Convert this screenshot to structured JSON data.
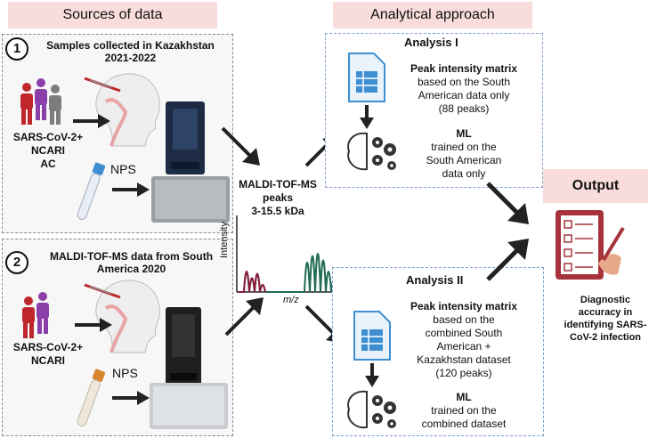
{
  "headers": {
    "sources": "Sources of data",
    "analytical": "Analytical approach",
    "output": "Output"
  },
  "source1": {
    "number": "1",
    "title_line1": "Samples collected in Kazakhstan",
    "title_line2": "2021-2022",
    "groups": [
      "SARS-CoV-2+",
      "NCARI",
      "AC"
    ],
    "sample_label": "NPS"
  },
  "source2": {
    "number": "2",
    "title_line1": "MALDI-TOF-MS data from South",
    "title_line2": "America 2020",
    "groups": [
      "SARS-CoV-2+",
      "NCARI"
    ],
    "sample_label": "NPS"
  },
  "spectrum": {
    "title_line1": "MALDI-TOF-MS",
    "title_line2": "peaks",
    "title_line3": "3-15.5 kDa",
    "ylabel": "Intensity",
    "xlabel": "m/z"
  },
  "analysis1": {
    "title": "Analysis I",
    "matrix_title": "Peak intensity matrix",
    "matrix_lines": [
      "based on the South",
      "American data only",
      "(88 peaks)"
    ],
    "ml_title": "ML",
    "ml_lines": [
      "trained on the",
      "South American",
      "data only"
    ]
  },
  "analysis2": {
    "title": "Analysis II",
    "matrix_title": "Peak intensity matrix",
    "matrix_lines": [
      "based on the",
      "combined South",
      "American +",
      "Kazakhstan dataset",
      "(120 peaks)"
    ],
    "ml_title": "ML",
    "ml_lines": [
      "trained on the",
      "combined dataset"
    ]
  },
  "output": {
    "lines": [
      "Diagnostic",
      "accuracy in",
      "identifying SARS-",
      "CoV-2 infection"
    ]
  },
  "colors": {
    "header_bg": "#f9dcdc",
    "sars_red": "#c0272d",
    "ncari_purple": "#8b3fa8",
    "ac_gray": "#7d7d7d",
    "spectrum_dark_red": "#8b1c3a",
    "spectrum_green": "#1f6b52",
    "doc_blue": "#3d8fd1",
    "output_red": "#a6323a"
  }
}
